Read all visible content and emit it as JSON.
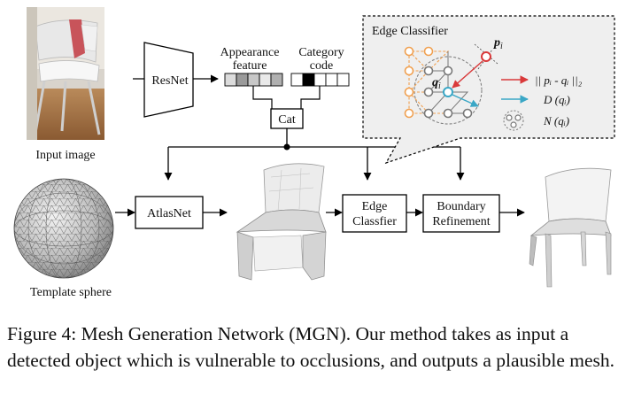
{
  "labels": {
    "input_image": "Input image",
    "template_sphere": "Template sphere",
    "resnet": "ResNet",
    "appearance_line1": "Appearance",
    "appearance_line2": "feature",
    "category_line1": "Category",
    "category_line2": "code",
    "cat": "Cat",
    "atlasnet": "AtlasNet",
    "edge_classifier_line1": "Edge",
    "edge_classifier_line2": "Classfier",
    "boundary_line1": "Boundary",
    "boundary_line2": "Refinement"
  },
  "inset": {
    "title": "Edge Classifier",
    "point_p": "p",
    "point_q": "q",
    "subscript_i": "i",
    "legend_distance": "|| pᵢ - qᵢ ||₂",
    "legend_direction": "D (qᵢ)",
    "legend_neighbors": "N (qᵢ)"
  },
  "caption": "Figure 4: Mesh Generation Network (MGN). Our method takes as input a detected object which is vulnerable to occlusions, and outputs a plausible mesh.",
  "colors": {
    "orange": "#f0a050",
    "red": "#d9393a",
    "teal": "#3aa7c6",
    "gray_node": "#8a8a8a",
    "inset_bg": "#efefef"
  }
}
